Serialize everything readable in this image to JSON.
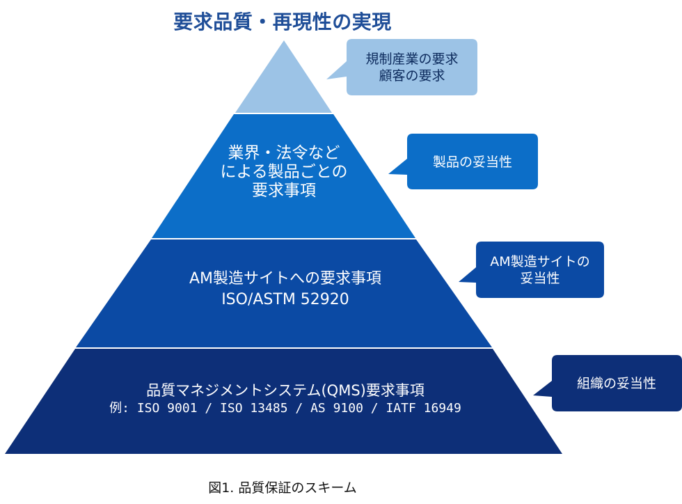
{
  "title": "要求品質・再現性の実現",
  "colors": {
    "tier1": "#9cc3e6",
    "tier2": "#0c6ec8",
    "tier3": "#0b4aa4",
    "tier4": "#0d2f78",
    "callout1": "#9cc3e6",
    "callout2": "#0c6ec8",
    "callout3": "#0b4aa4",
    "callout4": "#0d2f78",
    "title_text": "#1f4e98"
  },
  "pyramid": {
    "tier1": {
      "lines": []
    },
    "tier2": {
      "lines": [
        "業界・法令など",
        "による製品ごとの",
        "要求事項"
      ]
    },
    "tier3": {
      "lines": [
        "AM製造サイトへの要求事項",
        "ISO/ASTM 52920"
      ]
    },
    "tier4": {
      "lines": [
        "品質マネジメントシステム(QMS)要求事項",
        "例: ISO 9001 / ISO 13485 / AS 9100 / IATF 16949"
      ]
    }
  },
  "callouts": [
    {
      "lines": [
        "規制産業の要求",
        "顧客の要求"
      ]
    },
    {
      "lines": [
        "製品の妥当性"
      ]
    },
    {
      "lines": [
        "AM製造サイトの",
        "妥当性"
      ]
    },
    {
      "lines": [
        "組織の妥当性"
      ]
    }
  ],
  "caption": "図1. 品質保証のスキーム"
}
